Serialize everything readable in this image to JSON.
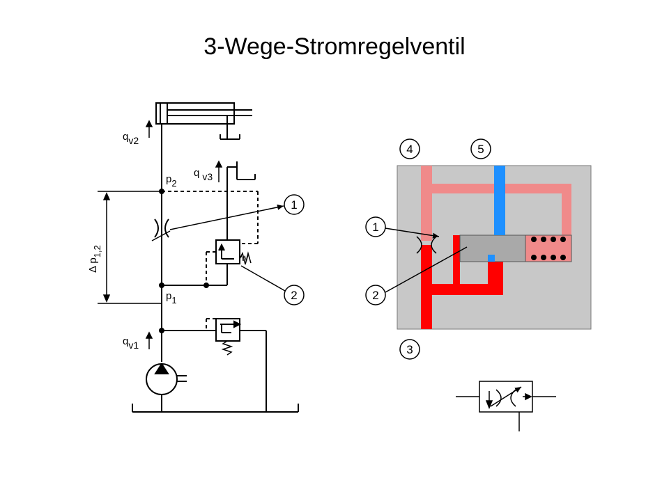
{
  "title": "3-Wege-Stromregelventil",
  "circuit": {
    "q_v2": {
      "base": "q",
      "sub": "v2"
    },
    "q_v3": {
      "base": "q",
      "sub": "v3"
    },
    "q_v1": {
      "base": "q",
      "sub": "v1"
    },
    "p2": {
      "base": "p",
      "sub": "2"
    },
    "p1": {
      "base": "p",
      "sub": "1"
    },
    "delta_p": {
      "base": "Δ p",
      "sub": "1,2"
    },
    "callout_1": "1",
    "callout_2": "2",
    "spring_mark": "W"
  },
  "section": {
    "port_4": "4",
    "port_5": "5",
    "port_3": "3",
    "callout_1": "1",
    "callout_2": "2"
  },
  "colors": {
    "body": "#c8c8c8",
    "high_pressure": "#ff0000",
    "low_pressure": "#f08a8a",
    "return": "#1e90ff",
    "spool": "#a9a9a9"
  }
}
